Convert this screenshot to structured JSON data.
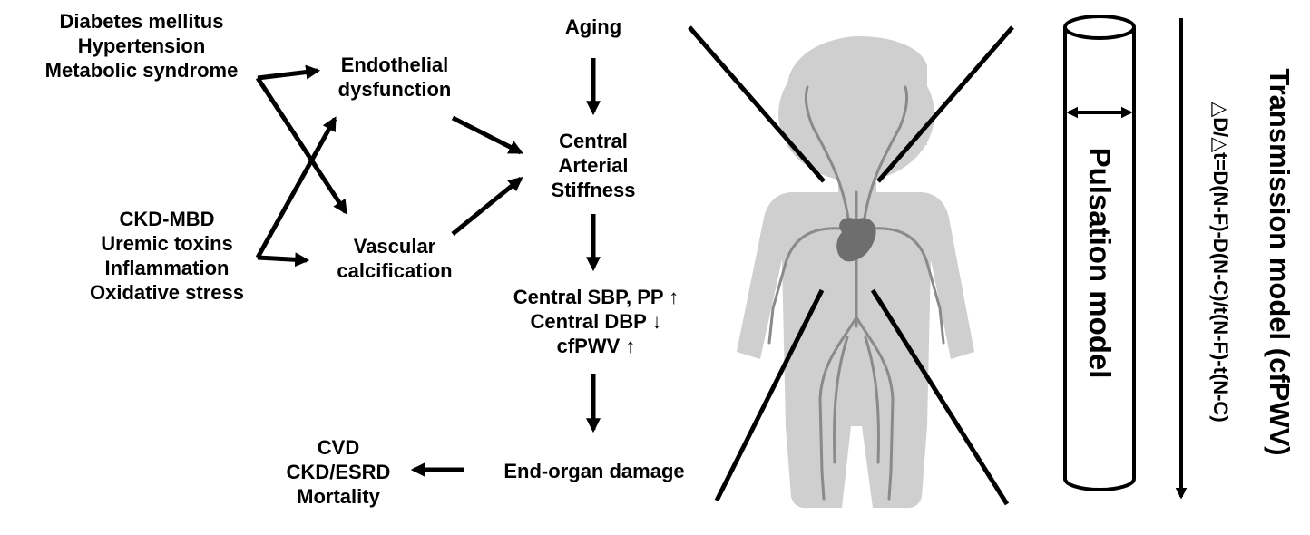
{
  "risk_factors_top": [
    "Diabetes mellitus",
    "Hypertension",
    "Metabolic syndrome"
  ],
  "risk_factors_bottom": [
    "CKD-MBD",
    "Uremic toxins",
    "Inflammation",
    "Oxidative stress"
  ],
  "endothelial": [
    "Endothelial",
    "dysfunction"
  ],
  "vascular": [
    "Vascular",
    "calcification"
  ],
  "aging": "Aging",
  "central_stiffness": [
    "Central",
    "Arterial",
    "Stiffness"
  ],
  "hemodynamics": [
    "Central SBP, PP ↑",
    "Central DBP ↓",
    "cfPWV ↑"
  ],
  "end_organ": "End-organ damage",
  "outcomes": [
    "CVD",
    "CKD/ESRD",
    "Mortality"
  ],
  "pulsation_model": "Pulsation model",
  "transmission_model": "Transmission model (cfPWV)",
  "transmission_formula": "△D/△t=D(N-F)-D(N-C)/t(N-F)-t(N-C)",
  "colors": {
    "text": "#000000",
    "body": "#cfcfcf",
    "vessels": "#8a8a8a",
    "heart": "#6e6e6e"
  }
}
